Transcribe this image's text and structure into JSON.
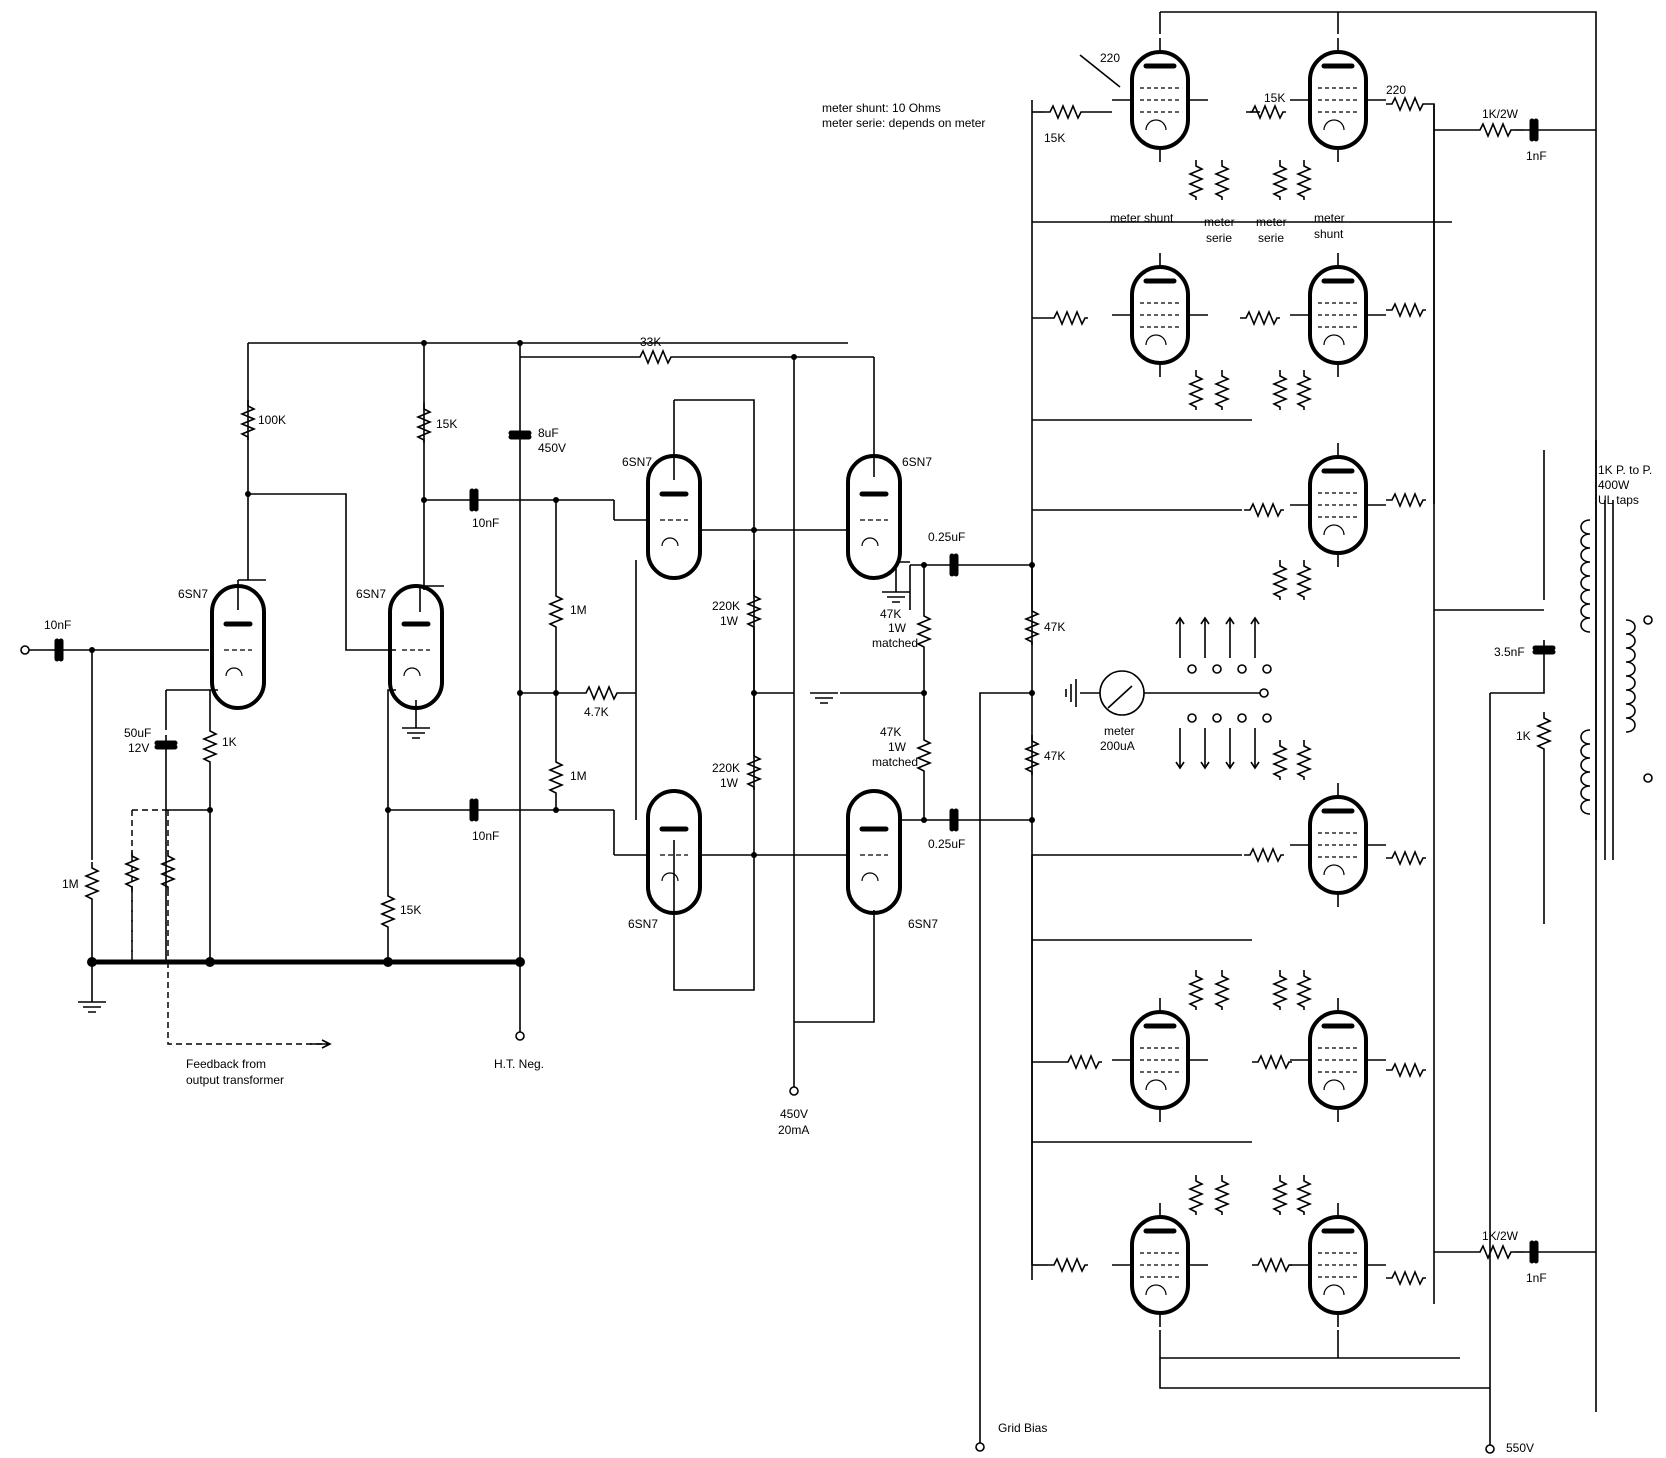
{
  "notes": {
    "line1": "meter shunt: 10 Ohms",
    "line2": "meter serie: depends on meter"
  },
  "labels": {
    "c_in": "10nF",
    "r_in": "1M",
    "tube_v1": "6SN7",
    "c_cath": "50uF",
    "c_cath_v": "12V",
    "r_cath": "1K",
    "r_plate1": "100K",
    "tube_v2": "6SN7",
    "r_plate2": "15K",
    "r_cath2": "15K",
    "c_dec": "8uF",
    "c_dec_v": "450V",
    "c_cpl1": "10nF",
    "c_cpl2": "10nF",
    "r_fb": "33K",
    "r_grid1": "1M",
    "r_grid2": "1M",
    "r_bias": "4.7K",
    "tube_v3": "6SN7",
    "tube_v4": "6SN7",
    "r_220a": "220K",
    "r_220a_w": "1W",
    "r_220b": "220K",
    "r_220b_w": "1W",
    "tube_v5": "6SN7",
    "tube_v6": "6SN7",
    "r_47a": "47K",
    "r_47a_w": "1W",
    "r_47a_m": "matched",
    "r_47b": "47K",
    "r_47b_w": "1W",
    "r_47b_m": "matched",
    "c_out1": "0.25uF",
    "c_out2": "0.25uF",
    "r_g47a": "47K",
    "r_g47b": "47K",
    "meter": "meter",
    "meter_range": "200uA",
    "feedback1": "Feedback from",
    "feedback2": "output transformer",
    "ht_neg": "H.T. Neg.",
    "b450": "450V",
    "b450_i": "20mA",
    "grid_bias": "Grid Bias",
    "b550": "550V",
    "r220_a": "220",
    "r220_b": "220",
    "r15k_a": "15K",
    "r15k_b": "15K",
    "meter_shunt_a": "meter shunt",
    "meter_serie_a1": "meter",
    "meter_serie_a2": "serie",
    "meter_serie_b1": "meter",
    "meter_serie_b2": "serie",
    "meter_shunt_b1": "meter",
    "meter_shunt_b2": "shunt",
    "snub_top_r": "1K/2W",
    "snub_top_c": "1nF",
    "snub_bot_r": "1K/2W",
    "snub_bot_c": "1nF",
    "xfmr1": "1K P. to P.",
    "xfmr2": "400W",
    "xfmr3": "UL taps",
    "c_35": "3.5nF",
    "r_1k_out": "1K"
  }
}
